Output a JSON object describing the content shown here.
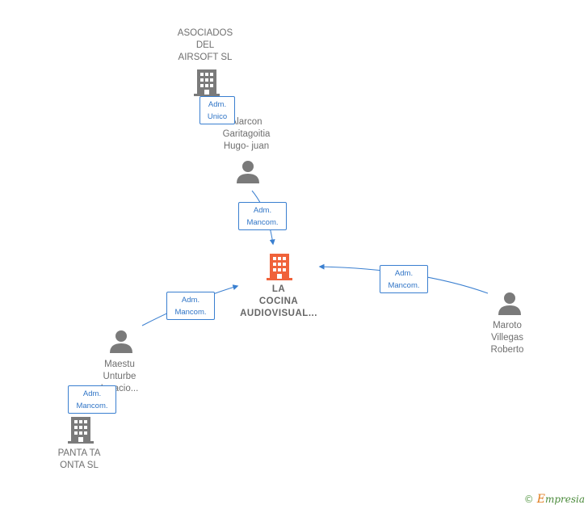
{
  "colors": {
    "edge": "#3a7fd0",
    "node_gray": "#7a7a7a",
    "node_main": "#f0623a",
    "badge_border": "#3a7fd0",
    "badge_text": "#2f74c6"
  },
  "nodes": {
    "asociados": {
      "lines": [
        "ASOCIADOS",
        "DEL",
        "AIRSOFT SL"
      ],
      "icon": "building-icon"
    },
    "alarcon": {
      "lines": [
        "Alarcon",
        "Garitagoitia",
        "Hugo- juan"
      ],
      "icon": "person-icon"
    },
    "main": {
      "lines": [
        "LA",
        "COCINA",
        "AUDIOVISUAL..."
      ],
      "icon": "building-icon"
    },
    "maroto": {
      "lines": [
        "Maroto",
        "Villegas",
        "Roberto"
      ],
      "icon": "person-icon"
    },
    "maestu": {
      "lines": [
        "Maestu",
        "Unturbe",
        "Ignacio..."
      ],
      "icon": "person-icon"
    },
    "panta": {
      "lines": [
        "PANTA TA",
        "ONTA SL"
      ],
      "icon": "building-icon"
    }
  },
  "badges": {
    "b1": {
      "line1": "Adm.",
      "line2": "Unico"
    },
    "b2": {
      "line1": "Adm.",
      "line2": "Mancom."
    },
    "b3": {
      "line1": "Adm.",
      "line2": "Mancom."
    },
    "b4": {
      "line1": "Adm.",
      "line2": "Mancom."
    },
    "b5": {
      "line1": "Adm.",
      "line2": "Mancom."
    }
  },
  "watermark": {
    "copyright": "©",
    "brand_initial": "E",
    "brand_rest": "mpresia"
  }
}
